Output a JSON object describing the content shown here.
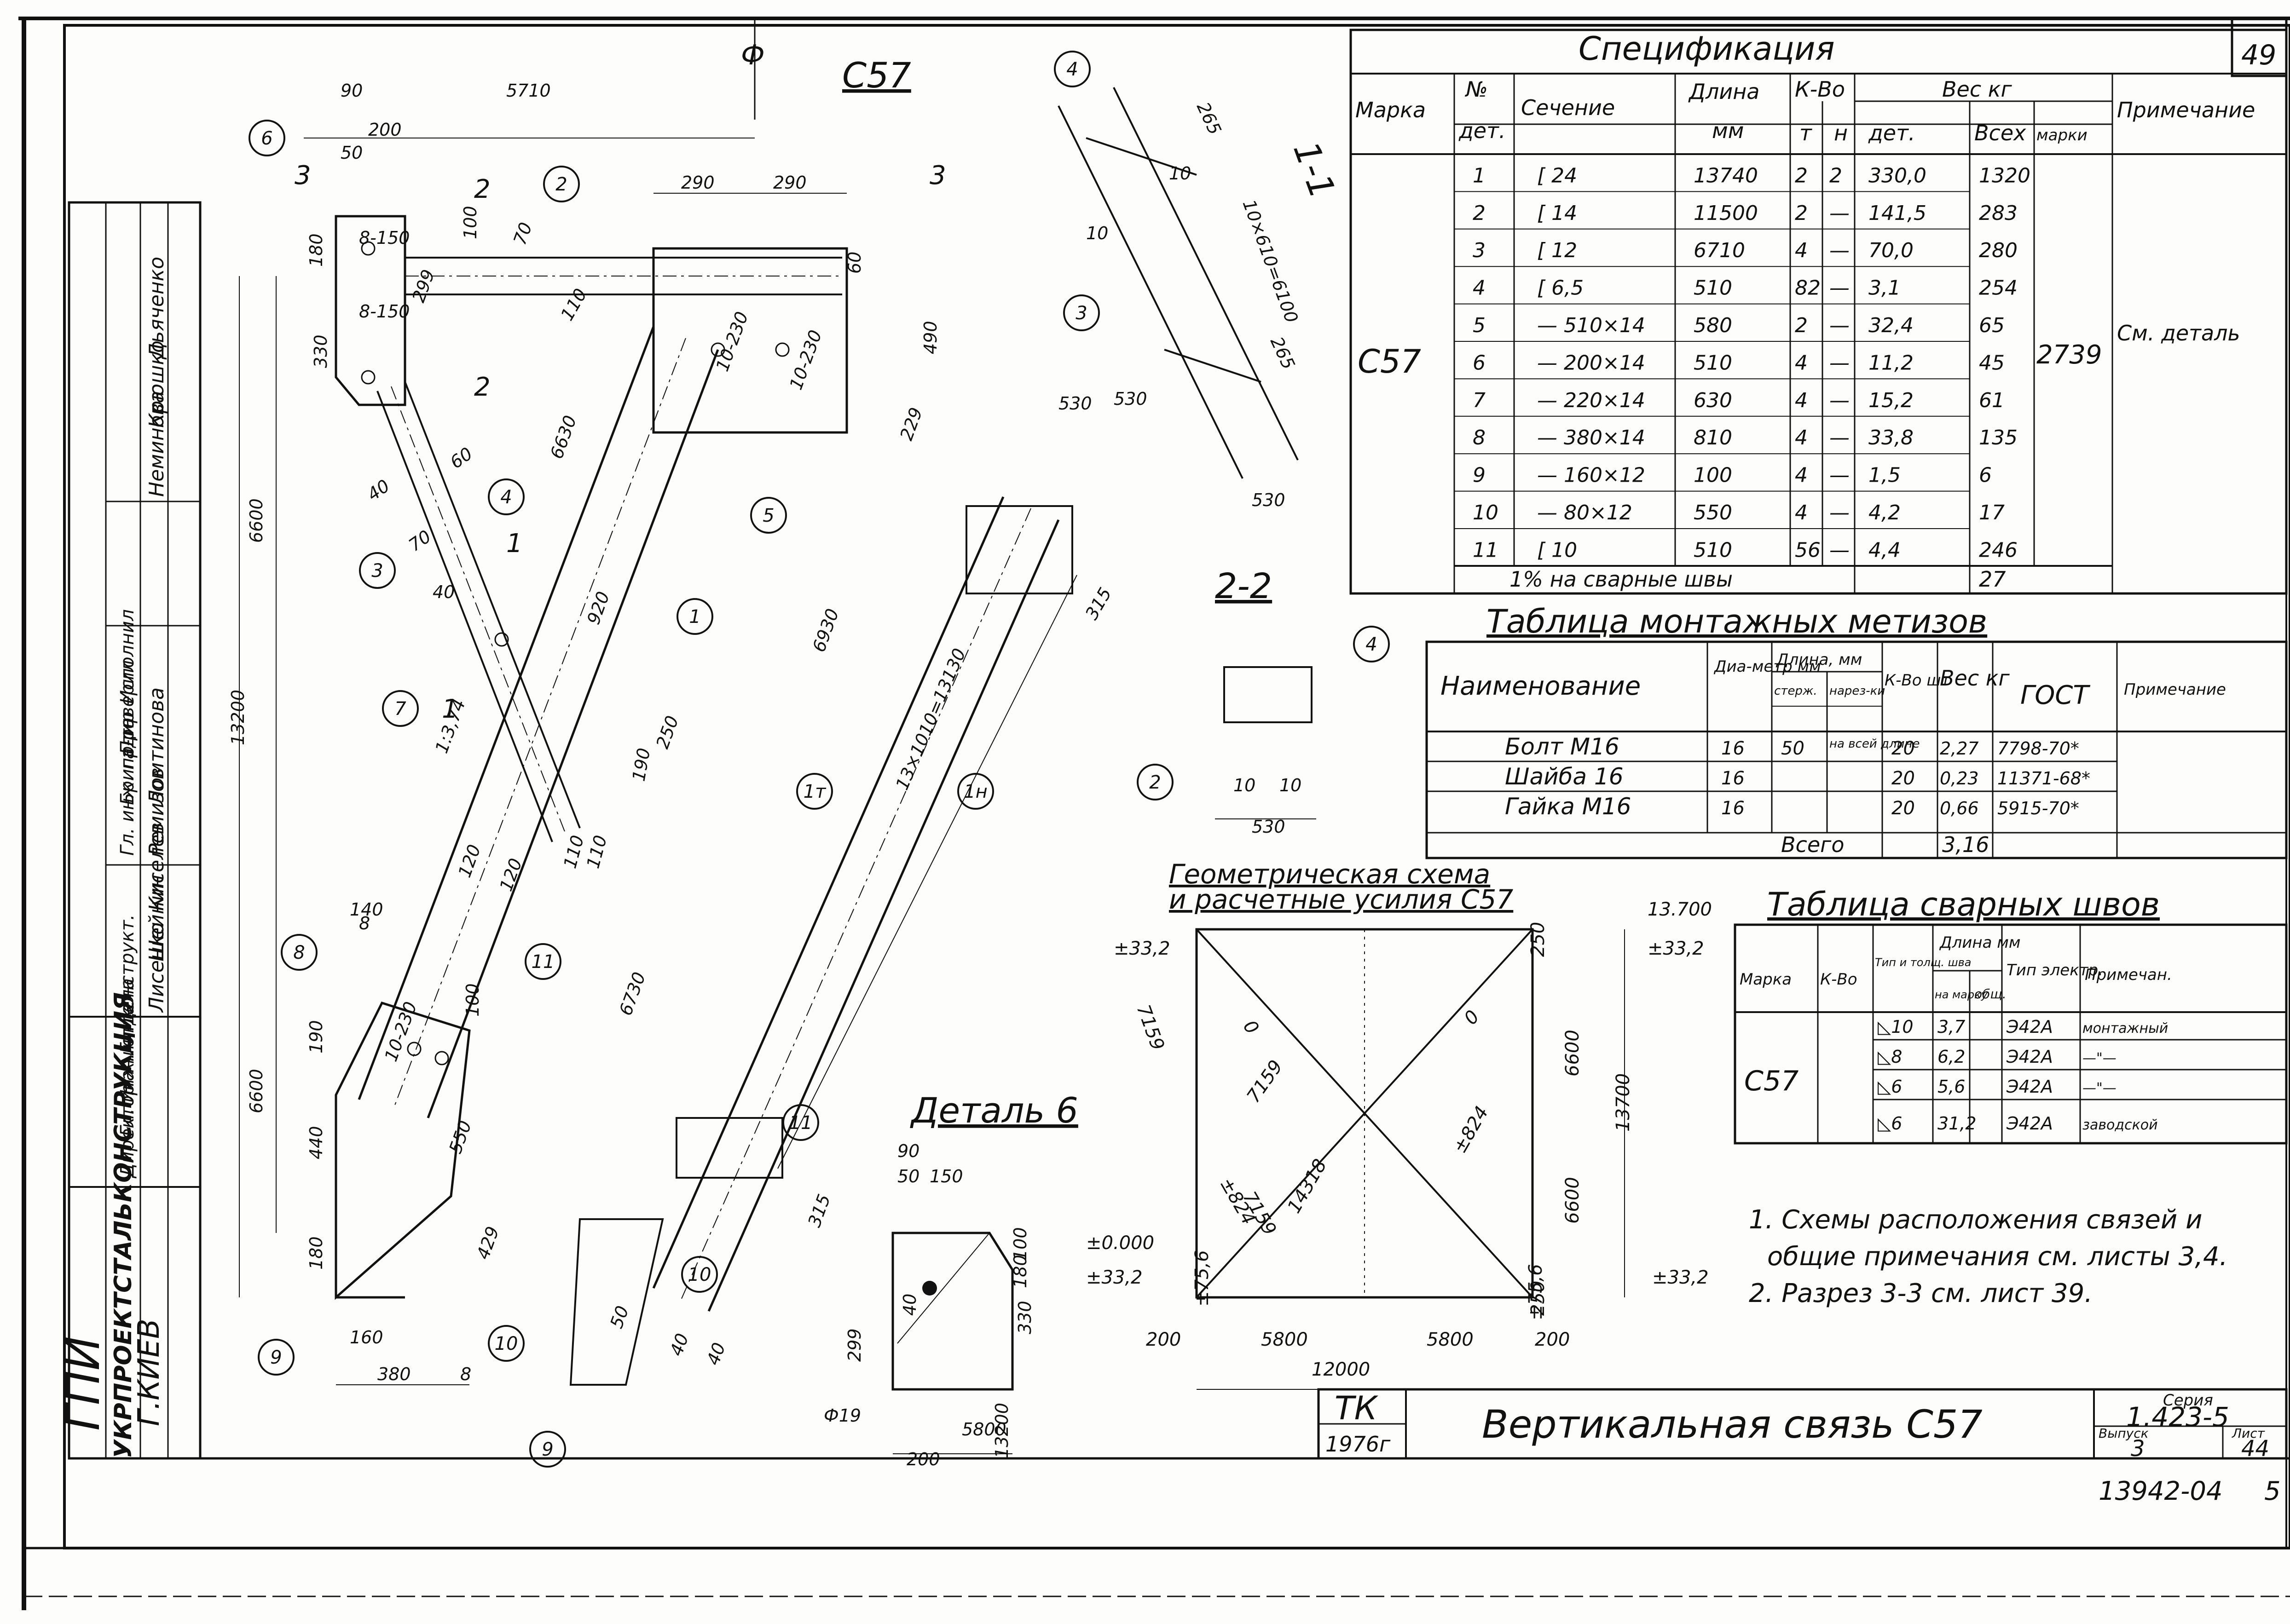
{
  "sheet": {
    "sheet_number": "49",
    "main_title": "С57",
    "doc_code": "13942-04",
    "doc_code_tail": "5"
  },
  "spec": {
    "title": "Спецификация",
    "col_mark": "Марка",
    "col_num_a": "№",
    "col_num_b": "дет.",
    "col_section": "Сечение",
    "col_length_a": "Длина",
    "col_length_b": "мм",
    "col_qty": "К-Во",
    "col_qty_t": "т",
    "col_qty_n": "н",
    "col_weight": "Вес кг",
    "col_w_part": "дет.",
    "col_w_all": "Всех",
    "col_w_mark": "марки",
    "col_note": "Примечание",
    "mark": "С57",
    "mark_weight": "2739",
    "note": "См. деталь",
    "rows": [
      {
        "n": "1",
        "sec": "[ 24",
        "len": "13740",
        "t": "2",
        "h": "2",
        "w": "330,0",
        "all": "1320"
      },
      {
        "n": "2",
        "sec": "[ 14",
        "len": "11500",
        "t": "2",
        "h": "—",
        "w": "141,5",
        "all": "283"
      },
      {
        "n": "3",
        "sec": "[ 12",
        "len": "6710",
        "t": "4",
        "h": "—",
        "w": "70,0",
        "all": "280"
      },
      {
        "n": "4",
        "sec": "[ 6,5",
        "len": "510",
        "t": "82",
        "h": "—",
        "w": "3,1",
        "all": "254"
      },
      {
        "n": "5",
        "sec": "— 510×14",
        "len": "580",
        "t": "2",
        "h": "—",
        "w": "32,4",
        "all": "65"
      },
      {
        "n": "6",
        "sec": "— 200×14",
        "len": "510",
        "t": "4",
        "h": "—",
        "w": "11,2",
        "all": "45"
      },
      {
        "n": "7",
        "sec": "— 220×14",
        "len": "630",
        "t": "4",
        "h": "—",
        "w": "15,2",
        "all": "61"
      },
      {
        "n": "8",
        "sec": "— 380×14",
        "len": "810",
        "t": "4",
        "h": "—",
        "w": "33,8",
        "all": "135"
      },
      {
        "n": "9",
        "sec": "— 160×12",
        "len": "100",
        "t": "4",
        "h": "—",
        "w": "1,5",
        "all": "6"
      },
      {
        "n": "10",
        "sec": "— 80×12",
        "len": "550",
        "t": "4",
        "h": "—",
        "w": "4,2",
        "all": "17"
      },
      {
        "n": "11",
        "sec": "[ 10",
        "len": "510",
        "t": "56",
        "h": "—",
        "w": "4,4",
        "all": "246"
      }
    ],
    "welds_label": "1% на сварные швы",
    "welds_value": "27"
  },
  "hardware": {
    "title": "Таблица монтажных метизов",
    "col_name": "Наименование",
    "col_diam": "Диа-метр мм",
    "col_len": "Длина, мм",
    "col_rod": "стерж.",
    "col_thread": "нарез-ки",
    "col_qty": "К-Во шт",
    "col_weight": "Вес кг",
    "col_gost": "ГОСТ",
    "col_note": "Примечание",
    "merged_note": "на всей длине",
    "rows": [
      {
        "name": "Болт М16",
        "d": "16",
        "rod": "50",
        "qty": "20",
        "w": "2,27",
        "gost": "7798-70*"
      },
      {
        "name": "Шайба 16",
        "d": "16",
        "rod": "",
        "qty": "20",
        "w": "0,23",
        "gost": "11371-68*"
      },
      {
        "name": "Гайка М16",
        "d": "16",
        "rod": "",
        "qty": "20",
        "w": "0,66",
        "gost": "5915-70*"
      }
    ],
    "total_label": "Всего",
    "total_value": "3,16"
  },
  "welds": {
    "title": "Таблица сварных швов",
    "col_mark": "Марка",
    "col_qty": "К-Во",
    "col_type": "Тип и толщ. шва",
    "col_len": "Длина мм",
    "col_len_mark": "на марку",
    "col_len_total": "общ.",
    "col_electrode": "Тип электр.",
    "col_note": "Примечан.",
    "mark": "С57",
    "rows": [
      {
        "type": "◺10",
        "len": "3,7",
        "el": "Э42А",
        "note": "монтажный"
      },
      {
        "type": "◺8",
        "len": "6,2",
        "el": "Э42А",
        "note": "—\"—"
      },
      {
        "type": "◺6",
        "len": "5,6",
        "el": "Э42А",
        "note": "—\"—"
      },
      {
        "type": "◺6",
        "len": "31,2",
        "el": "Э42А",
        "note": "заводской"
      }
    ]
  },
  "notes": {
    "line1": "1. Схемы расположения связей и",
    "line2": "общие примечания см. листы 3,4.",
    "line3": "2. Разрез 3-3 см. лист 39."
  },
  "geometry_scheme": {
    "title_a": "Геометрическая схема",
    "title_b": "и расчетные усилия С57",
    "labels": [
      "13.700",
      "±33,2",
      "±33,2",
      "±0.000",
      "±33,2",
      "±33,2",
      "7159",
      "7159",
      "7159",
      "14318",
      "±824",
      "±824",
      "0",
      "0",
      "±75,6",
      "±75,6",
      "250",
      "250",
      "6600",
      "6600",
      "13700",
      "200",
      "200",
      "5800",
      "5800",
      "12000"
    ]
  },
  "sections": {
    "sec_1_1": "1-1",
    "sec_2_2": "2-2",
    "detail_6": "Деталь 6",
    "sec_1_1_dims": [
      "265",
      "265",
      "10×610=6100",
      "10",
      "10",
      "530",
      "530"
    ],
    "sec_2_2_dims": [
      "10",
      "10",
      "530"
    ],
    "detail_dims": [
      "90",
      "50",
      "150",
      "100",
      "180",
      "330",
      "40",
      "299",
      "Ф19",
      "200",
      "5800",
      "13200"
    ]
  },
  "main_view": {
    "dims": [
      "90",
      "5710",
      "200",
      "50",
      "290",
      "290",
      "100",
      "70",
      "60",
      "490",
      "180",
      "330",
      "299",
      "110",
      "6600",
      "13200",
      "6600",
      "6630",
      "60",
      "40",
      "70",
      "40",
      "920",
      "250",
      "190",
      "110",
      "110",
      "120",
      "120",
      "6730",
      "229",
      "1:3,74",
      "140",
      "190",
      "440",
      "180",
      "100",
      "550",
      "429",
      "160",
      "380",
      "6930",
      "530",
      "315",
      "13×1010=13130",
      "315",
      "50",
      "40",
      "40",
      "10-230",
      "10-230",
      "10-230",
      "8-150",
      "8-150",
      "8",
      "8"
    ],
    "cut_labels": [
      "3",
      "3",
      "2",
      "2",
      "1",
      "1"
    ],
    "balloons": [
      "6",
      "2",
      "3",
      "4",
      "7",
      "1",
      "5",
      "8",
      "11",
      "9",
      "10",
      "1т",
      "1н",
      "11",
      "10",
      "9",
      "4",
      "3",
      "4",
      "2"
    ]
  },
  "stamp": {
    "roles": [
      "Директор",
      "Гл. инж.ин-та",
      "Нач. отдела",
      "Гл. конструкт.",
      "Гл. инж. пр-та",
      "Бригадир",
      "Проверил",
      "Исполнил"
    ],
    "names": [
      "Лисенко",
      "Шейнин",
      "Киселев",
      "Ремизов",
      "Ломтинова",
      "Неминова",
      "Крюшко",
      "Дьяченко"
    ],
    "org_a": "ГПИ",
    "org_b": "УКРПРОЕКТСТАЛЬКОНСТРУКЦИЯ",
    "org_c": "Г.КИЕВ",
    "tk": "ТК",
    "year": "1976г",
    "title": "Вертикальная связь С57",
    "series_label": "Серия",
    "series": "1.423-5",
    "issue_label": "Выпуск",
    "issue": "3",
    "sheet_label": "Лист",
    "sheet": "44"
  }
}
